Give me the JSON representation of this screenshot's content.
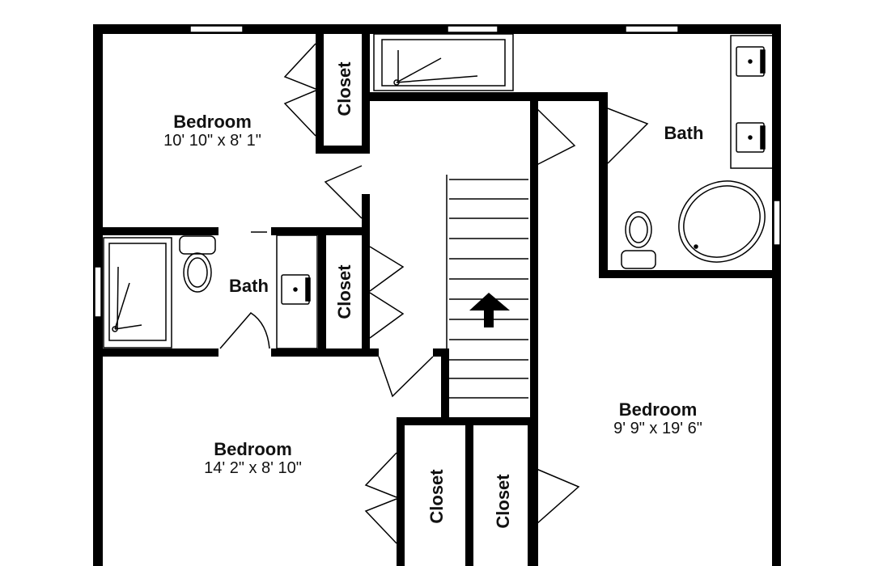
{
  "rooms": {
    "bedroom_top_left": {
      "name": "Bedroom",
      "dims": "10' 10\" x 8' 1\""
    },
    "bath_master": {
      "name": "Bath"
    },
    "bath_hall": {
      "name": "Bath"
    },
    "bedroom_bottom_left": {
      "name": "Bedroom",
      "dims": "14' 2\" x 8' 10\""
    },
    "bedroom_right": {
      "name": "Bedroom",
      "dims": "9' 9\" x 19' 6\""
    }
  },
  "closets": {
    "top": "Closet",
    "middle": "Closet",
    "bottom_left": "Closet",
    "bottom_right": "Closet"
  }
}
